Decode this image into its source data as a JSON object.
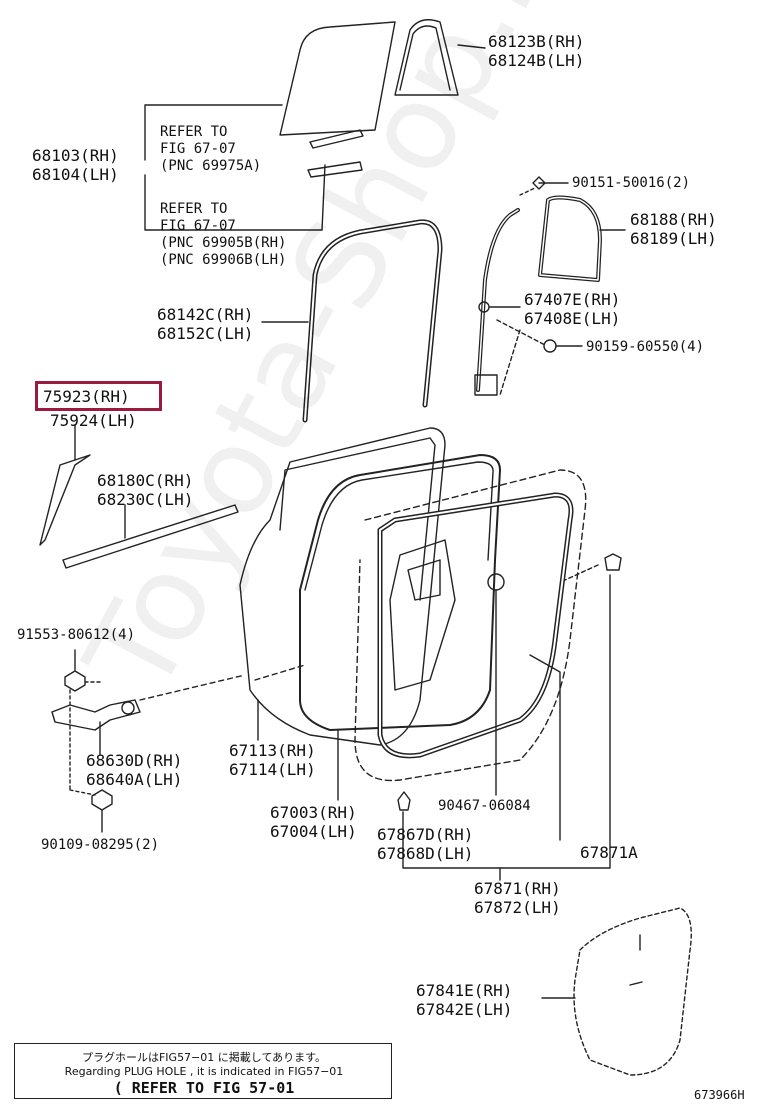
{
  "labels": {
    "l_68123": "68123B(RH)\n68124B(LH)",
    "l_68103": "68103(RH)\n68104(LH)",
    "l_refer1": "REFER TO\nFIG 67-07\n(PNC 69975A)",
    "l_refer2": "REFER TO\nFIG 67-07\n(PNC 69905B(RH)\n(PNC 69906B(LH)",
    "l_90151": "90151-50016(2)",
    "l_68188": "68188(RH)\n68189(LH)",
    "l_68142": "68142C(RH)\n68152C(LH)",
    "l_67407": "67407E(RH)\n67408E(LH)",
    "l_90159": "90159-60550(4)",
    "l_75923": "75923(RH)",
    "l_75924": "75924(LH)",
    "l_68180": "68180C(RH)\n68230C(LH)",
    "l_91553": "91553-80612(4)",
    "l_68630": "68630D(RH)\n68640A(LH)",
    "l_67113": "67113(RH)\n67114(LH)",
    "l_67003": "67003(RH)\n67004(LH)",
    "l_90467": "90467-06084",
    "l_67867": "67867D(RH)\n67868D(LH)",
    "l_67871a": "67871A",
    "l_90109": "90109-08295(2)",
    "l_67871": "67871(RH)\n67872(LH)",
    "l_67841": "67841E(RH)\n67842E(LH)",
    "l_fig": "673966H"
  },
  "note": {
    "jp": "プラグホールはFIG57−01 に掲載してあります。",
    "en": "Regarding PLUG HOLE , it is indicated in FIG57−01",
    "ref": "( REFER TO FIG 57-01"
  },
  "watermark": "Toyota-Shop.ru",
  "colors": {
    "highlight": "#9b1b40",
    "line": "#222222"
  }
}
